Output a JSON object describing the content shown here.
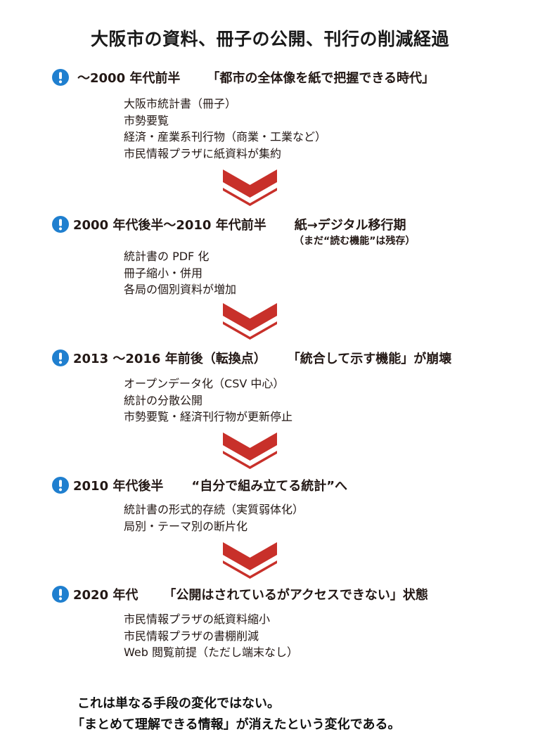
{
  "title": "大阪市の資料、冊子の公開、刊行の削減経過",
  "colors": {
    "icon_blue": "#1f7fcf",
    "chevron_red": "#c8302a",
    "text": "#231815"
  },
  "stages": [
    {
      "icon": "exclamation-circle-icon",
      "period": "～2000 年代前半",
      "headline": "「都市の全体像を紙で把握できる時代」",
      "note": "",
      "items": [
        "大阪市統計書（冊子）",
        "市勢要覧",
        "経済・産業系刊行物（商業・工業など）",
        "市民情報プラザに紙資料が集約"
      ]
    },
    {
      "icon": "exclamation-circle-icon",
      "period": "2000 年代後半～2010 年代前半",
      "headline": "紙→デジタル移行期",
      "note": "（まだ“読む機能”は残存）",
      "items": [
        "統計書の PDF 化",
        "冊子縮小・併用",
        "各局の個別資料が増加"
      ]
    },
    {
      "icon": "exclamation-circle-icon",
      "period": "2013 ～2016 年前後（転換点）",
      "headline": "「統合して示す機能」が崩壊",
      "note": "",
      "items": [
        "オープンデータ化（CSV 中心）",
        "統計の分散公開",
        "市勢要覧・経済刊行物が更新停止"
      ]
    },
    {
      "icon": "exclamation-circle-icon",
      "period": "2010 年代後半",
      "headline": "“自分で組み立てる統計”へ",
      "note": "",
      "items": [
        "統計書の形式的存続（実質弱体化）",
        "局別・テーマ別の断片化"
      ]
    },
    {
      "icon": "exclamation-circle-icon",
      "period": "2020 年代",
      "headline": "「公開はされているがアクセスできない」状態",
      "note": "",
      "items": [
        "市民情報プラザの紙資料縮小",
        "市民情報プラザの書棚削減",
        "Web 閲覧前提（ただし端末なし）"
      ]
    }
  ],
  "arrows": [
    "chevron-down-icon",
    "chevron-down-icon",
    "chevron-down-icon",
    "chevron-down-icon"
  ],
  "conclusion": {
    "line1": "これは単なる手段の変化ではない。",
    "line2": "「まとめて理解できる情報」が消えたという変化である。"
  }
}
